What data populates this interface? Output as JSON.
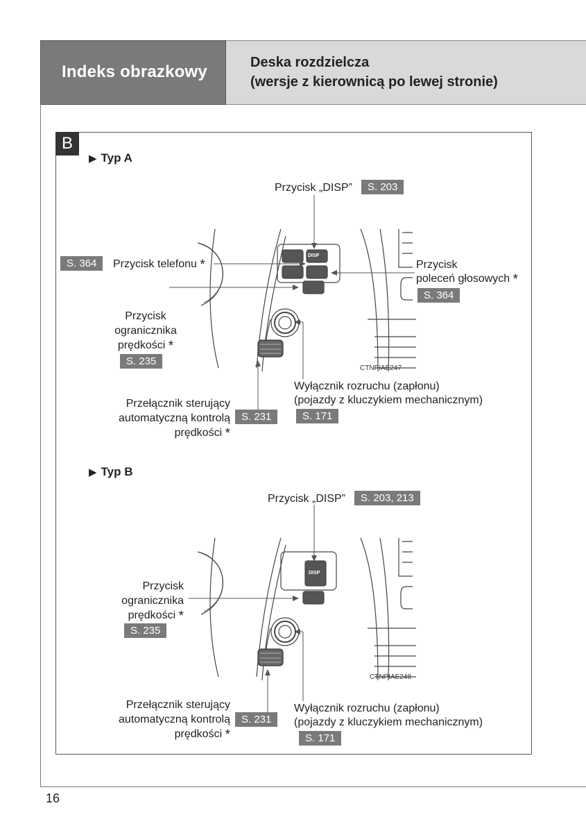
{
  "header": {
    "section": "Indeks obrazkowy",
    "title_line1": "Deska rozdzielcza",
    "title_line2": "(wersje z kierownicą po lewej stronie)"
  },
  "page_number": "16",
  "box_letter": "B",
  "type_a": {
    "title": "Typ A",
    "disp_label": "Przycisk „DISP”",
    "disp_ref": "S. 203",
    "phone_ref": "S. 364",
    "phone_label": "Przycisk telefonu",
    "voice_line1": "Przycisk",
    "voice_line2": "poleceń głosowych",
    "voice_ref": "S. 364",
    "limiter_line1": "Przycisk",
    "limiter_line2": "ogranicznika",
    "limiter_line3": "prędkości",
    "limiter_ref": "S. 235",
    "cruise_line1": "Przełącznik sterujący",
    "cruise_line2": "automatyczną kontrolą",
    "cruise_line3": "prędkości",
    "cruise_ref": "S. 231",
    "ignition_line1": "Wyłącznik rozruchu (zapłonu)",
    "ignition_line2": "(pojazdy z kluczykiem mechanicznym)",
    "ignition_ref": "S. 171",
    "image_code": "CTNPIAE247"
  },
  "type_b": {
    "title": "Typ B",
    "disp_label": "Przycisk „DISP”",
    "disp_ref": "S. 203, 213",
    "limiter_line1": "Przycisk",
    "limiter_line2": "ogranicznika",
    "limiter_line3": "prędkości",
    "limiter_ref": "S. 235",
    "cruise_line1": "Przełącznik sterujący",
    "cruise_line2": "automatyczną kontrolą",
    "cruise_line3": "prędkości",
    "cruise_ref": "S. 231",
    "ignition_line1": "Wyłącznik rozruchu (zapłonu)",
    "ignition_line2": "(pojazdy z kluczykiem mechanicznym)",
    "ignition_ref": "S. 171",
    "image_code": "CTNPIAE248"
  },
  "asterisk": "*",
  "disp_button_text": "DISP"
}
